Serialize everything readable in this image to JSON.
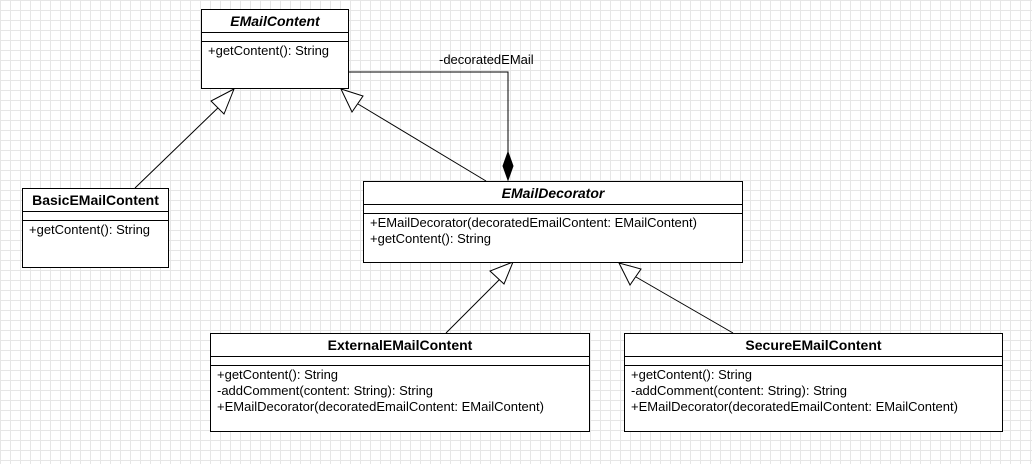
{
  "classes": {
    "emailcontent": {
      "name": "EMailContent",
      "abstract": true,
      "operations": [
        "+getContent(): String"
      ]
    },
    "basic": {
      "name": "BasicEMailContent",
      "abstract": false,
      "operations": [
        "+getContent(): String"
      ]
    },
    "decorator": {
      "name": "EMailDecorator",
      "abstract": true,
      "operations": [
        "+EMailDecorator(decoratedEmailContent: EMailContent)",
        "+getContent(): String"
      ]
    },
    "external": {
      "name": "ExternalEMailContent",
      "abstract": false,
      "operations": [
        "+getContent(): String",
        "-addComment(content: String): String",
        "+EMailDecorator(decoratedEmailContent: EMailContent)"
      ]
    },
    "secure": {
      "name": "SecureEMailContent",
      "abstract": false,
      "operations": [
        "+getContent(): String",
        "-addComment(content: String): String",
        "+EMailDecorator(decoratedEmailContent: EMailContent)"
      ]
    }
  },
  "associations": {
    "decorated": {
      "label": "-decoratedEMail",
      "kind": "composition"
    }
  },
  "relations": [
    {
      "from": "basic",
      "to": "emailcontent",
      "kind": "generalization"
    },
    {
      "from": "decorator",
      "to": "emailcontent",
      "kind": "generalization"
    },
    {
      "from": "external",
      "to": "decorator",
      "kind": "generalization"
    },
    {
      "from": "secure",
      "to": "decorator",
      "kind": "generalization"
    }
  ]
}
